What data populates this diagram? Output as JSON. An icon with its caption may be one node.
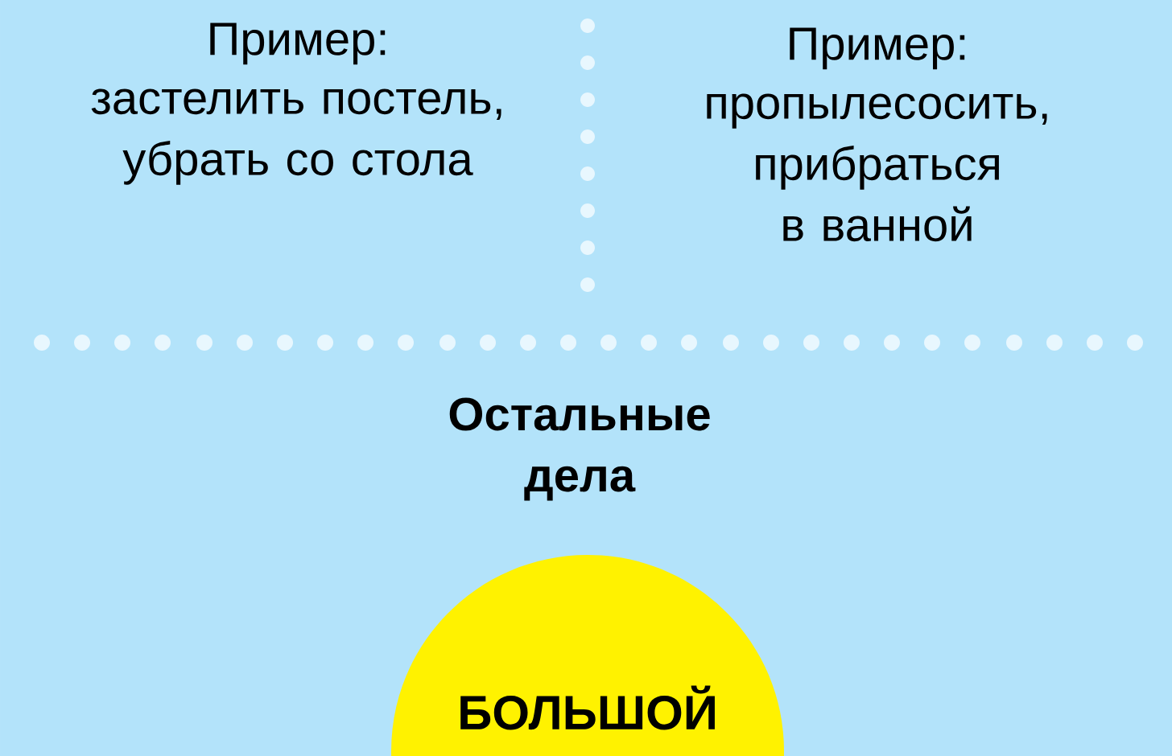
{
  "diagram": {
    "nodes": [
      {
        "text": [
          "БОЛЬШОЙ"
        ]
      }
    ],
    "edges": [],
    "labels": [
      "Пример:",
      "застелить постель, убрать со стола",
      "Пример:",
      "пропылесосить, прибраться в ванной",
      "Остальные дела"
    ]
  }
}
